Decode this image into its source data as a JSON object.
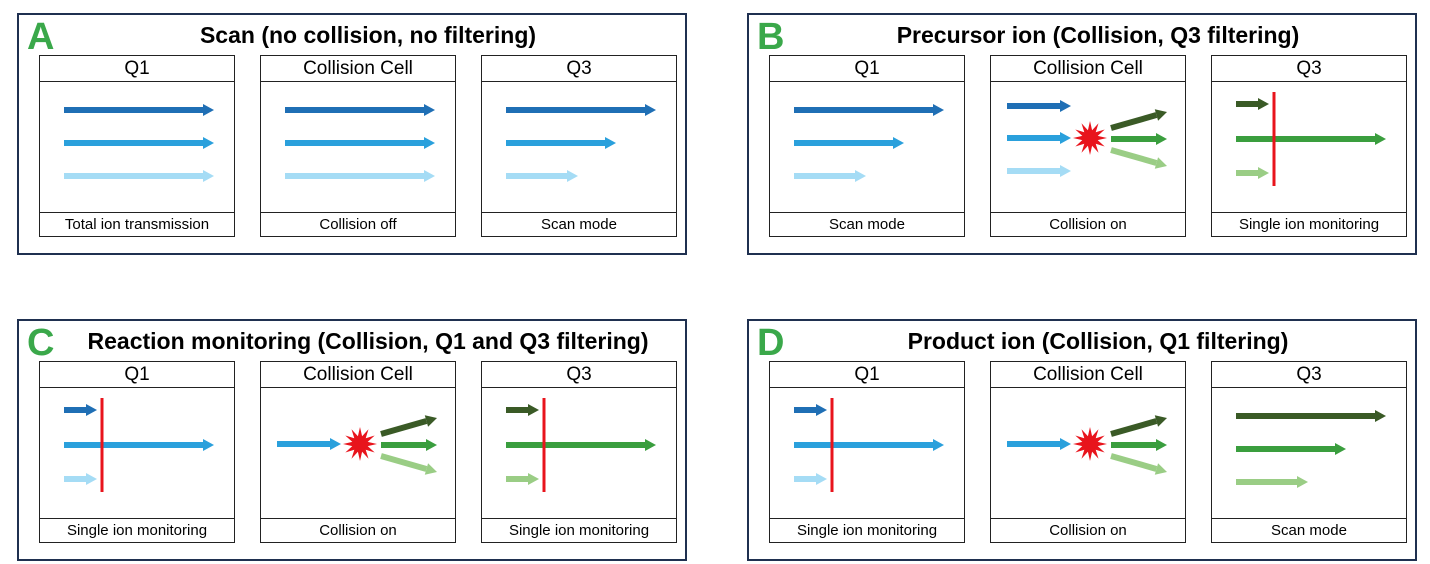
{
  "colors": {
    "dark_blue": "#1f6fb5",
    "mid_blue": "#2aa0dc",
    "light_blue": "#a5dcf5",
    "dark_green": "#3a5a26",
    "mid_green": "#3a9e3e",
    "light_green": "#9acd85",
    "red": "#e8141c",
    "letter_green": "#3aa84a",
    "panel_border": "#1f3050"
  },
  "panels": [
    {
      "letter": "A",
      "title": "Scan (no collision, no filtering)",
      "boxes": [
        {
          "header": "Q1",
          "footer": "Total ion transmission",
          "kind": "pass3"
        },
        {
          "header": "Collision Cell",
          "footer": "Collision off",
          "kind": "pass3"
        },
        {
          "header": "Q3",
          "footer": "Scan mode",
          "kind": "scan_blue"
        }
      ]
    },
    {
      "letter": "B",
      "title": "Precursor ion (Collision, Q3 filtering)",
      "boxes": [
        {
          "header": "Q1",
          "footer": "Scan mode",
          "kind": "scan_blue"
        },
        {
          "header": "Collision Cell",
          "footer": "Collision on",
          "kind": "collision3"
        },
        {
          "header": "Q3",
          "footer": "Single ion monitoring",
          "kind": "filter_green"
        }
      ]
    },
    {
      "letter": "C",
      "title": "Reaction monitoring (Collision, Q1 and Q3 filtering)",
      "boxes": [
        {
          "header": "Q1",
          "footer": "Single ion monitoring",
          "kind": "filter_blue"
        },
        {
          "header": "Collision Cell",
          "footer": "Collision on",
          "kind": "collision1"
        },
        {
          "header": "Q3",
          "footer": "Single ion monitoring",
          "kind": "filter_green"
        }
      ]
    },
    {
      "letter": "D",
      "title": "Product ion (Collision, Q1 filtering)",
      "boxes": [
        {
          "header": "Q1",
          "footer": "Single ion monitoring",
          "kind": "filter_blue"
        },
        {
          "header": "Collision Cell",
          "footer": "Collision on",
          "kind": "collision1"
        },
        {
          "header": "Q3",
          "footer": "Scan mode",
          "kind": "scan_green"
        }
      ]
    }
  ]
}
